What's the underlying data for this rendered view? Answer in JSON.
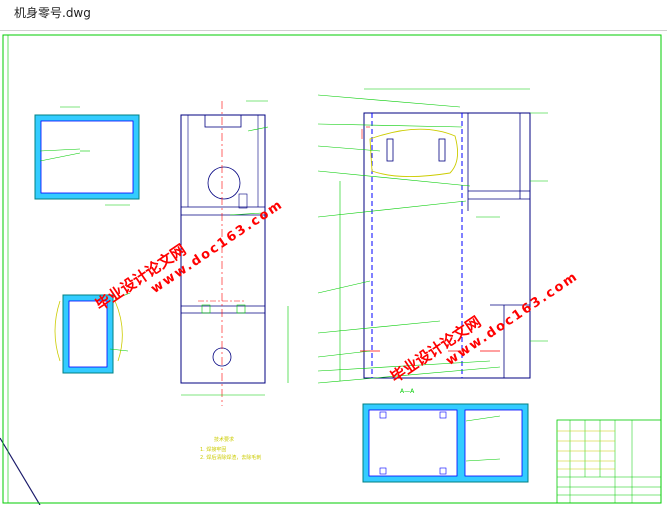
{
  "window": {
    "title": "机身零号.dwg"
  },
  "drawing": {
    "section_label": "A—A",
    "notes_title": "技术要求",
    "note_1": "1. 焊接牢固",
    "note_2": "2. 焊后清除焊渣，去除毛刺",
    "watermark_text": "毕业设计论文网",
    "watermark_url": "www.doc163.com",
    "colors": {
      "line": "#0000ff",
      "dim": "#00cc00",
      "frame": "#00cc00",
      "section": "#33ccff",
      "center": "#ff0000",
      "watermark": "#ff0000",
      "notes": "#cccc00"
    }
  }
}
